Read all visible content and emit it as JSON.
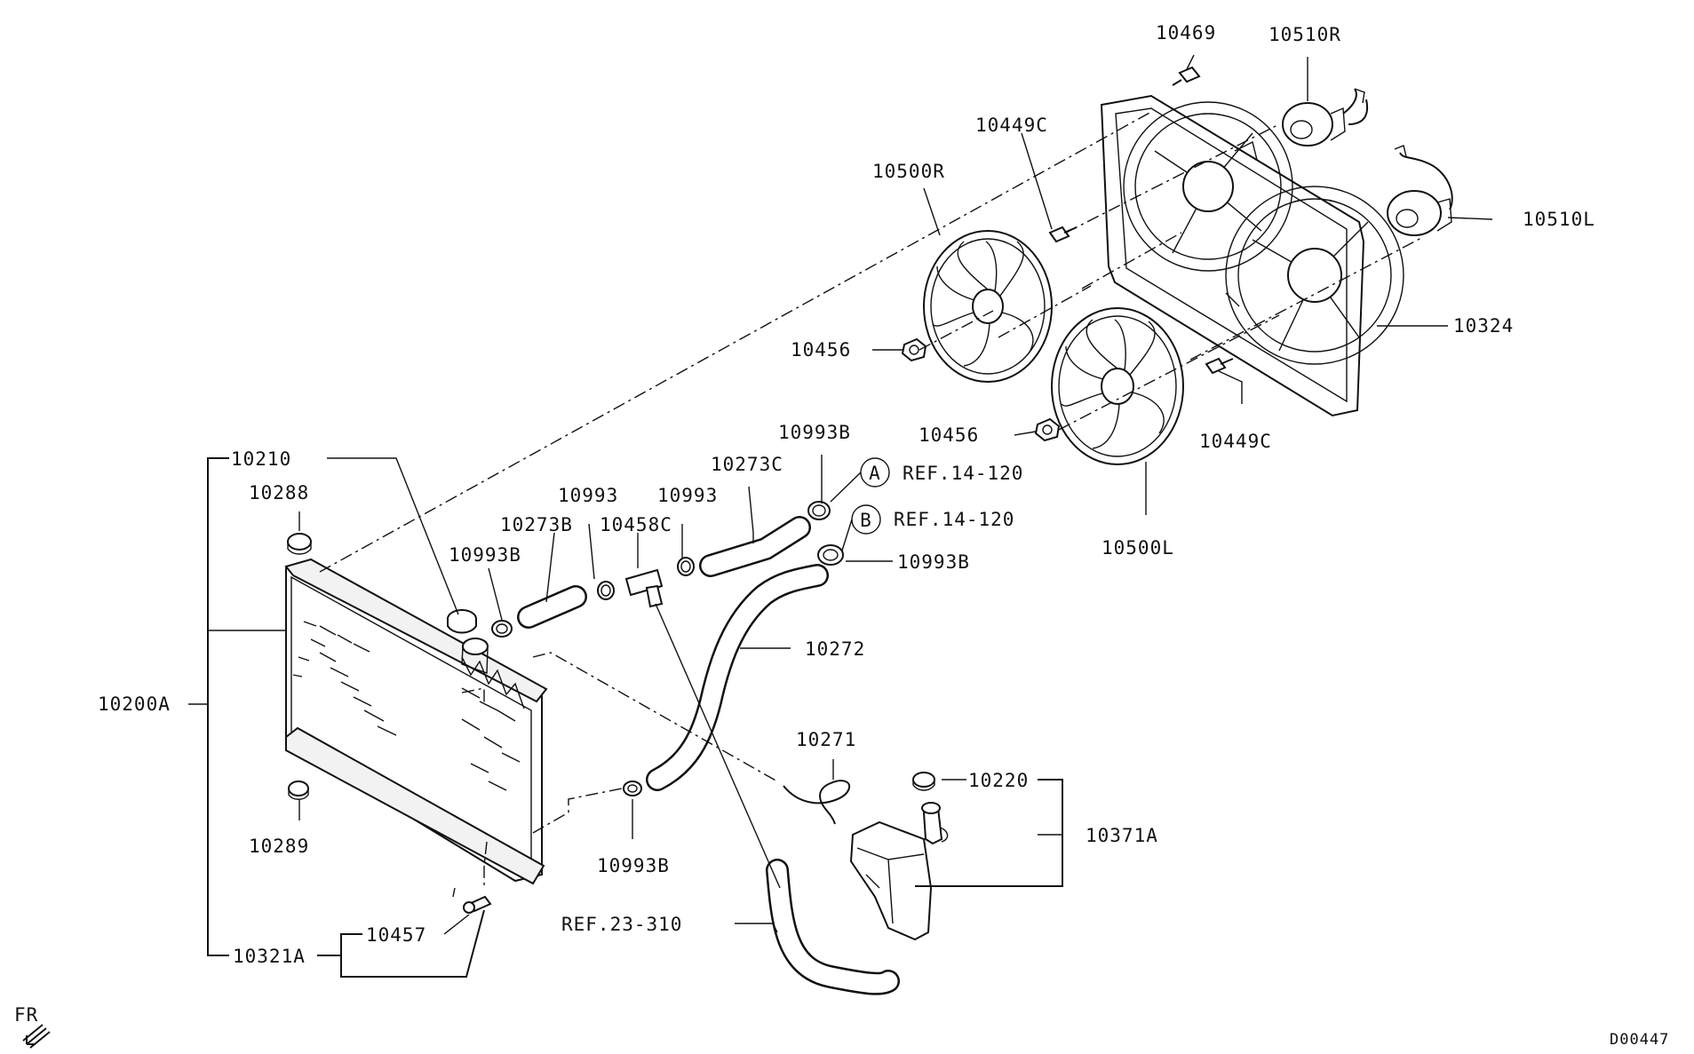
{
  "diagram_code": "D00447",
  "front_marker": "FR",
  "labels": {
    "p10469": "10469",
    "p10510R": "10510R",
    "p10449C_top": "10449C",
    "p10500R": "10500R",
    "p10510L": "10510L",
    "p10324": "10324",
    "p10456_top": "10456",
    "p10456_mid": "10456",
    "p10449C_bot": "10449C",
    "p10500L": "10500L",
    "p10993B_top": "10993B",
    "p10273C": "10273C",
    "p10993_a": "10993",
    "p10993_b": "10993",
    "p10273B": "10273B",
    "p10458C": "10458C",
    "p10993B_left": "10993B",
    "p10993B_right": "10993B",
    "p10272": "10272",
    "p10271": "10271",
    "p10220": "10220",
    "p10371A": "10371A",
    "p10993B_bot": "10993B",
    "ref23": "REF.23-310",
    "p10210": "10210",
    "p10288": "10288",
    "p10200A": "10200A",
    "p10289": "10289",
    "p10457": "10457",
    "p10321A": "10321A"
  },
  "references": {
    "a_marker": "A",
    "a_text": "REF.14-120",
    "b_marker": "B",
    "b_text": "REF.14-120"
  }
}
